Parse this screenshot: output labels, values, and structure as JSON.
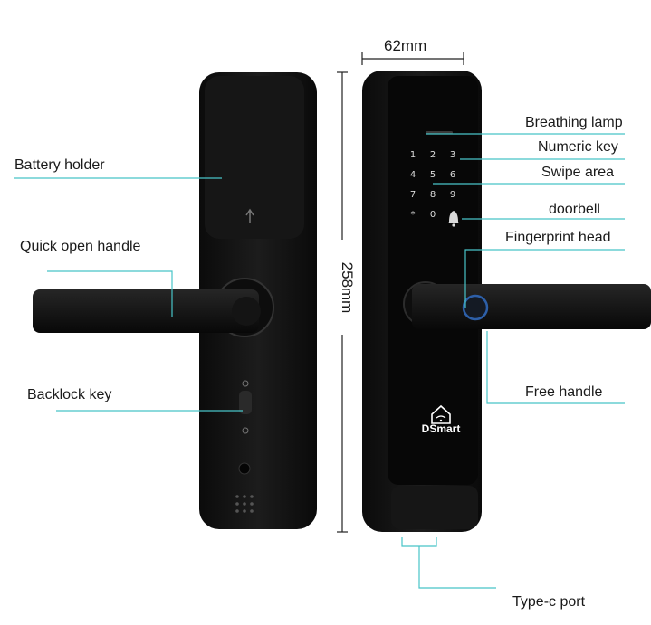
{
  "dimensions": {
    "width": "62mm",
    "height": "258mm"
  },
  "labels": {
    "battery_holder": "Battery holder",
    "quick_open_handle": "Quick open handle",
    "backlock_key": "Backlock key",
    "breathing_lamp": "Breathing lamp",
    "numeric_key": "Numeric key",
    "swipe_area": "Swipe area",
    "doorbell": "doorbell",
    "fingerprint_head": "Fingerprint head",
    "free_handle": "Free handle",
    "type_c_port": "Type-c port"
  },
  "keypad": {
    "rows": [
      [
        "1",
        "2",
        "3"
      ],
      [
        "4",
        "5",
        "6"
      ],
      [
        "7",
        "8",
        "9"
      ],
      [
        "*",
        "0",
        ""
      ]
    ]
  },
  "brand": "DSmart",
  "colors": {
    "leader_line": "#48c4c8",
    "lock_body": "#121212",
    "fingerprint_ring": "#2d5fa8"
  }
}
